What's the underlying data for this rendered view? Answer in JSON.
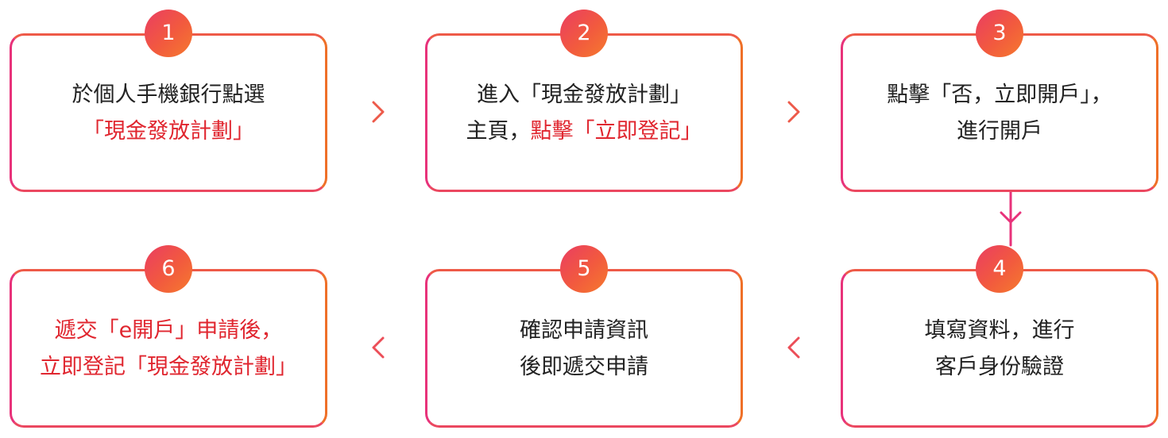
{
  "steps": [
    {
      "number": "1",
      "lines": [
        [
          {
            "text": "於個人手機銀行點選",
            "highlight": false
          }
        ],
        [
          {
            "text": "「現金發放計劃」",
            "highlight": true
          }
        ]
      ]
    },
    {
      "number": "2",
      "lines": [
        [
          {
            "text": "進入「現金發放計劃」",
            "highlight": false
          }
        ],
        [
          {
            "text": "主頁，",
            "highlight": false
          },
          {
            "text": "點擊「立即登記」",
            "highlight": true
          }
        ]
      ]
    },
    {
      "number": "3",
      "lines": [
        [
          {
            "text": "點擊「否，立即開戶」，",
            "highlight": false
          }
        ],
        [
          {
            "text": "進行開戶",
            "highlight": false
          }
        ]
      ]
    },
    {
      "number": "4",
      "lines": [
        [
          {
            "text": "填寫資料，進行",
            "highlight": false
          }
        ],
        [
          {
            "text": "客戶身份驗證",
            "highlight": false
          }
        ]
      ]
    },
    {
      "number": "5",
      "lines": [
        [
          {
            "text": "確認申請資訊",
            "highlight": false
          }
        ],
        [
          {
            "text": "後即遞交申請",
            "highlight": false
          }
        ]
      ]
    },
    {
      "number": "6",
      "lines": [
        [
          {
            "text": "遞交「e開戶」申請後，",
            "highlight": true
          }
        ],
        [
          {
            "text": "立即登記「現金發放計劃」",
            "highlight": true
          }
        ]
      ]
    }
  ],
  "colors": {
    "pink": "#e8327a",
    "orange": "#ef7028",
    "highlight_text": "#e0262f",
    "body_text": "#222222"
  }
}
